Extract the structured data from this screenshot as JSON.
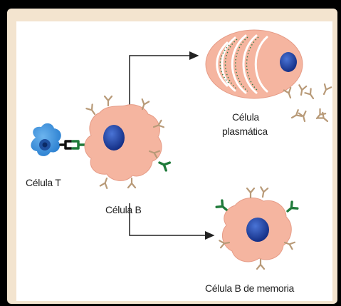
{
  "labels": {
    "t_cell": "Célula T",
    "b_cell": "Célula B",
    "plasma_cell_line1": "Célula",
    "plasma_cell_line2": "plasmática",
    "memory_b_cell": "Célula B de memoria"
  },
  "colors": {
    "background": "#000000",
    "frame": "#f3e4cf",
    "panel": "#ffffff",
    "cell_body": "#f5b5a0",
    "nucleus": "#1e3f9e",
    "t_cell": "#3b8fd6",
    "antigen": "#1f7a3a",
    "antibody": "#b89a78"
  }
}
